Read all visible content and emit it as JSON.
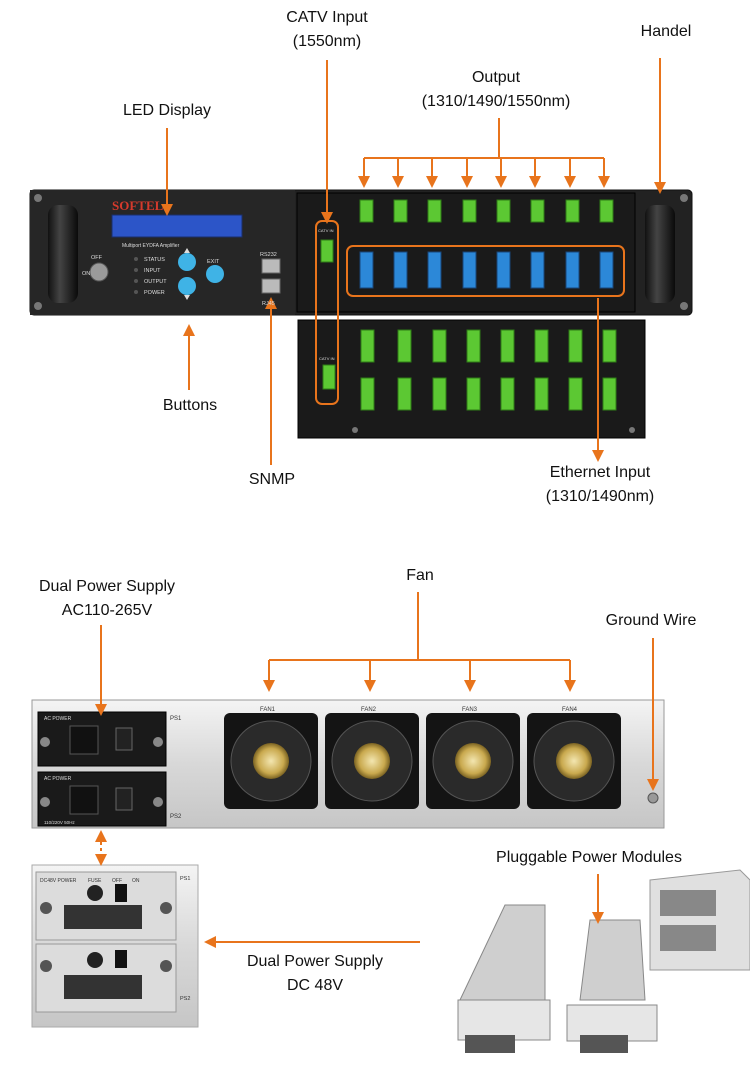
{
  "labels": {
    "catv_input": "CATV Input",
    "catv_wavelength": "(1550nm)",
    "handel": "Handel",
    "output": "Output",
    "output_wavelengths": "(1310/1490/1550nm)",
    "led_display": "LED Display",
    "buttons": "Buttons",
    "snmp": "SNMP",
    "ethernet_input": "Ethernet Input",
    "ethernet_wavelengths": "(1310/1490nm)",
    "dual_power_ac": "Dual Power Supply",
    "ac_range": "AC110-265V",
    "fan": "Fan",
    "ground_wire": "Ground Wire",
    "pluggable_power": "Pluggable Power Modules",
    "dual_power_dc": "Dual Power Supply",
    "dc_voltage": "DC 48V"
  },
  "front_panel": {
    "brand": "SOFTEL",
    "subtitle": "Multiport EYDFA Amplifier",
    "switch_off": "OFF",
    "switch_on": "ON",
    "leds": [
      "STATUS",
      "INPUT",
      "OUTPUT",
      "POWER"
    ],
    "exit": "EXIT",
    "rs232": "RS232",
    "rj45": "RJ45",
    "catv_in": "CATV IN"
  },
  "rear_panel": {
    "ac_power": "AC POWER",
    "ps1": "PS1",
    "ps2": "PS2",
    "ac_rating": "110/220V 50Hz",
    "fans": [
      "FAN1",
      "FAN2",
      "FAN3",
      "FAN4"
    ]
  },
  "dc_module": {
    "dc_power": "DC48V POWER",
    "fuse": "FUSE",
    "off": "OFF",
    "on": "ON",
    "ps1": "PS1",
    "ps2": "PS2"
  },
  "colors": {
    "arrow": "#e8741c",
    "chassis": "#1d1d1d",
    "connector_green": "#5cc833",
    "connector_blue": "#2c88d8",
    "lcd": "#2c55c8",
    "button": "#3fb3e6"
  }
}
